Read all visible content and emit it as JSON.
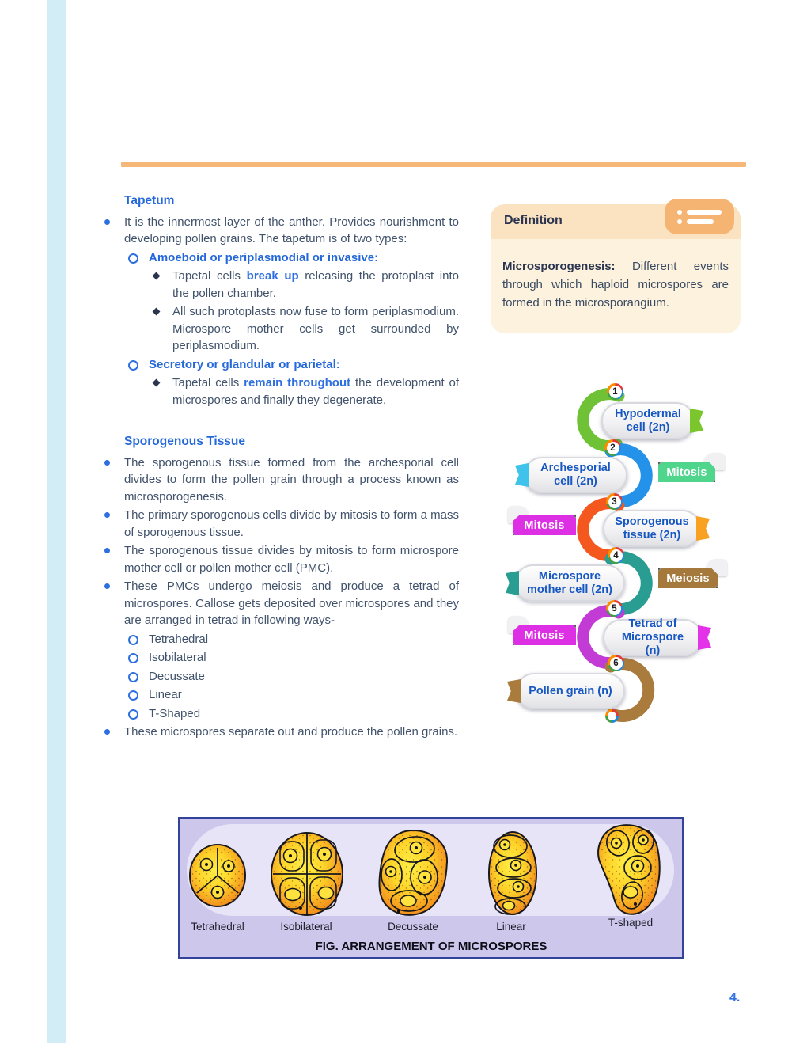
{
  "page": {
    "number": "4."
  },
  "colors": {
    "stripe": "#d2edf6",
    "accent_bar": "#f6b878",
    "heading_blue": "#2468d9",
    "body_text": "#41526b",
    "def_box_bg": "#fdf2dd",
    "def_header_bg": "#fbe2c0",
    "def_icon_bg": "#f6b472",
    "figure_bg": "#cdc7ec",
    "figure_border": "#33439b",
    "page_num_blue": "#2e6fe0"
  },
  "left": {
    "tapetum": {
      "heading": "Tapetum",
      "intro": "It is the innermost layer of the anther. Provides nourishment to developing pollen grains. The tapetum is of two types:",
      "type1": {
        "title": "Amoeboid or periplasmodial or invasive:",
        "p1": {
          "pre": "Tapetal cells ",
          "em": "break up",
          "post": " releasing the protoplast into the pollen chamber."
        },
        "p2": {
          "pre": "All such protoplasts now fuse to form periplasmodium. Microspore mother cells get surrounded by periplasmodium.",
          "em": "",
          "post": ""
        }
      },
      "type2": {
        "title": "Secretory or glandular or parietal:",
        "p1": {
          "pre": "Tapetal cells ",
          "em": "remain throughout",
          "post": " the development of microspores and finally they degenerate."
        }
      }
    },
    "sporogenous": {
      "heading": "Sporogenous Tissue",
      "b1": "The sporogenous tissue formed from the archesporial cell divides to form the pollen grain through a process known as microsporogenesis.",
      "b2": "The primary sporogenous cells divide by mitosis to form a mass of sporogenous tissue.",
      "b3": "The sporogenous tissue divides by mitosis to form microspore mother cell or pollen mother cell (PMC).",
      "b4": "These PMCs undergo meiosis and produce a tetrad of microspores. Callose gets deposited over microspores and they are arranged in tetrad in following ways-",
      "ways": [
        "Tetrahedral",
        "Isobilateral",
        "Decussate",
        "Linear",
        "T-Shaped"
      ],
      "b5": "These microspores separate out and produce the pollen grains."
    }
  },
  "definition": {
    "title": "Definition",
    "term": "Microsporogenesis:",
    "body": " Different events through which haploid microspores are formed in the microsporangium."
  },
  "flow": {
    "steps": [
      {
        "num": "1",
        "label": "Hypodermal cell (2n)",
        "arc": "#6fc235",
        "tail": "#7cc62d"
      },
      {
        "num": "2",
        "label": "Archesporial cell (2n)",
        "arc": "#2492e8",
        "tail": "#3fc3ea"
      },
      {
        "num": "3",
        "label": "Sporogenous tissue (2n)",
        "arc": "#f4581f",
        "tail": "#f9a121"
      },
      {
        "num": "4",
        "label": "Microspore mother cell (2n)",
        "arc": "#2a9d92",
        "tail": "#2a9d92"
      },
      {
        "num": "5",
        "label": "Tetrad of Microspore (n)",
        "arc": "#c23bd4",
        "tail": "#e332e8"
      },
      {
        "num": "6",
        "label": "Pollen grain (n)",
        "arc": "#a97b3c",
        "tail": "#a97b3c"
      }
    ],
    "ribbons": [
      {
        "text": "Mitosis",
        "color": "#4fd58c"
      },
      {
        "text": "Mitosis",
        "color": "#dd2fe4"
      },
      {
        "text": "Meiosis",
        "color": "#a5783c"
      },
      {
        "text": "Mitosis",
        "color": "#dd2fe4"
      }
    ]
  },
  "figure": {
    "labels": [
      "Tetrahedral",
      "Isobilateral",
      "Decussate",
      "Linear",
      "T-shaped"
    ],
    "caption": "FIG. ARRANGEMENT OF MICROSPORES"
  }
}
